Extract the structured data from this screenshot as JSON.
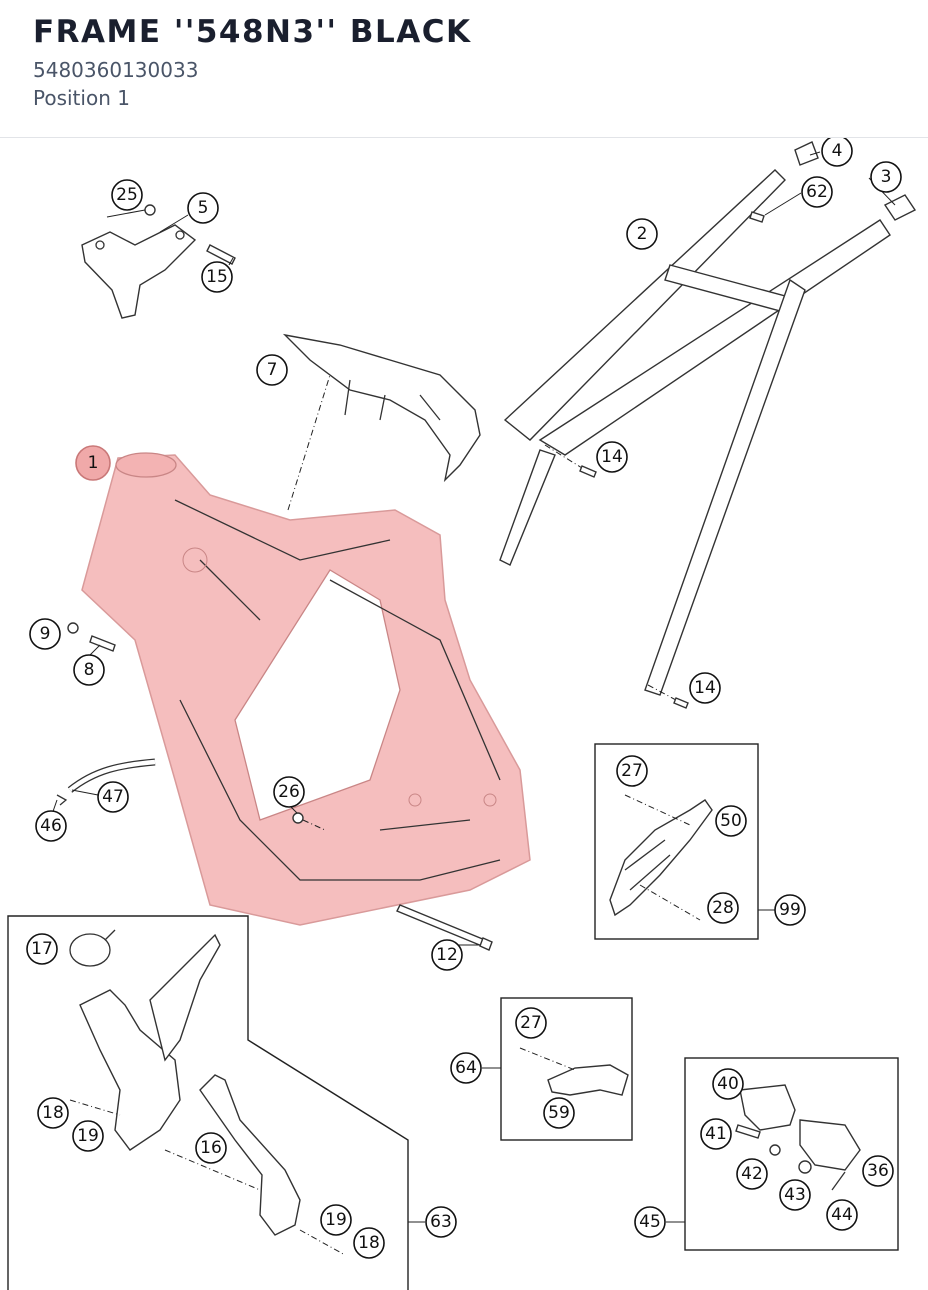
{
  "header": {
    "title": "FRAME ''548N3'' BLACK",
    "part_number": "5480360130033",
    "position": "Position 1"
  },
  "highlight_color": "#f0a9a9",
  "callouts": {
    "c1": "1",
    "c2": "2",
    "c3": "3",
    "c4": "4",
    "c5": "5",
    "c7": "7",
    "c8": "8",
    "c9": "9",
    "c12": "12",
    "c14a": "14",
    "c14b": "14",
    "c15": "15",
    "c16": "16",
    "c17": "17",
    "c18a": "18",
    "c18b": "18",
    "c19a": "19",
    "c19b": "19",
    "c25": "25",
    "c26": "26",
    "c27a": "27",
    "c27b": "27",
    "c28": "28",
    "c36": "36",
    "c40": "40",
    "c41": "41",
    "c42": "42",
    "c43": "43",
    "c44": "44",
    "c45": "45",
    "c46": "46",
    "c47": "47",
    "c50": "50",
    "c59": "59",
    "c62": "62",
    "c63": "63",
    "c64": "64",
    "c99": "99"
  }
}
